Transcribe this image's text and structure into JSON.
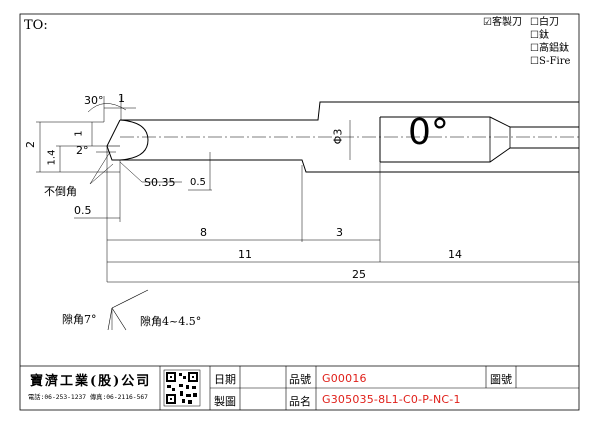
{
  "header": {
    "to_label": "TO:"
  },
  "options": [
    {
      "box": "☑",
      "label": "客製刀"
    },
    {
      "box": "☐",
      "label": "白刀"
    },
    {
      "box": "☐",
      "label": "鈦"
    },
    {
      "box": "☐",
      "label": "高鋁鈦"
    },
    {
      "box": "☐",
      "label": "S-Fire"
    }
  ],
  "dimensions": {
    "angle_30": "30°",
    "top_1": "1",
    "left_2": "2",
    "left_1_4": "1.4",
    "left_1": "1",
    "angle_2": "2°",
    "not_chamfer": "不倒角",
    "s035": "S0.35",
    "d05_right": "0.5",
    "d05_left": "0.5",
    "d8": "8",
    "d3": "3",
    "d11": "11",
    "d14": "14",
    "d25": "25",
    "phi3": "Φ3",
    "big_zero": "0°",
    "clearance_7": "隙角7°",
    "clearance_4": "隙角4~4.5°"
  },
  "title_block": {
    "company": "寶濟工業(股)公司",
    "contact": "電話:06-253-1237 傳真:06-2116-567",
    "date_label": "日期",
    "draw_label": "製圖",
    "part_no_label": "品號",
    "part_no": "G00016",
    "part_name_label": "品名",
    "part_name": "G305035-8L1-C0-P-NC-1",
    "drawing_no_label": "圖號"
  },
  "colors": {
    "accent_text": "#e0201a",
    "line": "#000000"
  }
}
